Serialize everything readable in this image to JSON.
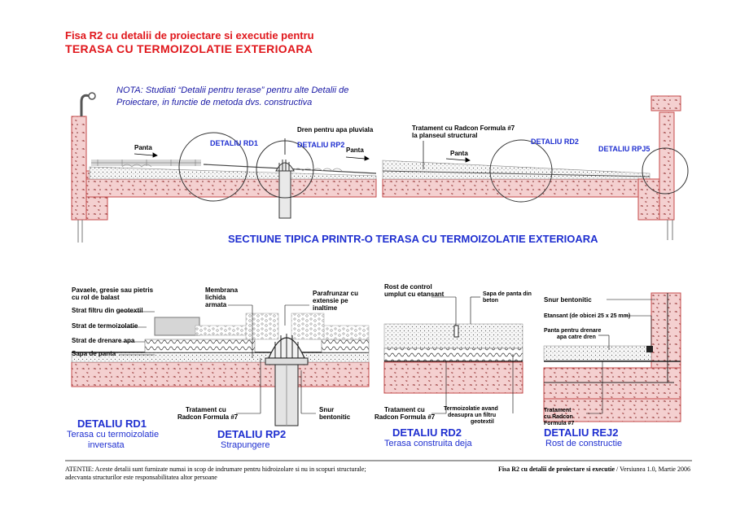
{
  "header": {
    "title_line1": "Fisa R2 cu detalii de proiectare si executie pentru",
    "title_line2": "TERASA CU TERMOIZOLATIE EXTERIOARA"
  },
  "nota": "NOTA: Studiati “Detalii pentru terase” pentru alte Detalii de Proiectare, in functie de metoda dvs. constructiva",
  "section": {
    "title": "SECTIUNE TIPICA PRINTR-O TERASA CU TERMOIZOLATIE EXTERIOARA",
    "callouts": {
      "rd1": "DETALIU RD1",
      "rp2": "DETALIU RP2",
      "rd2": "DETALIU RD2",
      "rpj5": "DETALIU RPJ5"
    },
    "labels": {
      "panta_left": "Panta",
      "panta_mid": "Panta",
      "panta_right": "Panta",
      "dren": "Dren pentru apa pluviala",
      "tratament_line1": "Tratament cu Radcon Formula #7",
      "tratament_line2": "la planseul structural"
    }
  },
  "details": {
    "rd1": {
      "labels": {
        "pavele_1": "Pavaele, gresie sau pietris",
        "pavele_2": "cu rol de balast",
        "filtru": "Strat filtru din geotextil",
        "termo": "Strat de termoizolatie",
        "drenare": "Strat de drenare apa",
        "sapa": "Sapa de panta",
        "membrana_1": "Membrana",
        "membrana_2": "lichida",
        "membrana_3": "armata",
        "tratament_1": "Tratament cu",
        "tratament_2": "Radcon Formula #7"
      },
      "title": "DETALIU RD1",
      "sub1": "Terasa cu termoizolatie",
      "sub2": "inversata"
    },
    "rp2": {
      "labels": {
        "parafrunzar_1": "Parafrunzar cu",
        "parafrunzar_2": "extensie pe",
        "parafrunzar_3": "inaltime",
        "snur_1": "Snur",
        "snur_2": "bentonitic"
      },
      "title": "DETALIU RP2",
      "sub1": "Strapungere"
    },
    "rd2": {
      "labels": {
        "rost_1": "Rost de control",
        "rost_2": "umplut cu etansant",
        "sapa_1": "Sapa de panta din",
        "sapa_2": "beton",
        "tratament_1": "Tratament cu",
        "tratament_2": "Radcon Formula #7",
        "termo_1": "Termoizolatie avand",
        "termo_2": "deasupra un filtru",
        "termo_3": "geotextil"
      },
      "title": "DETALIU RD2",
      "sub1": "Terasa construita deja"
    },
    "rej2": {
      "labels": {
        "snur": "Snur bentonitic",
        "etansant": "Etansant (de obicei 25 x 25 mm)",
        "panta_1": "Panta pentru drenare",
        "panta_2": "apa catre dren",
        "tratament_1": "Tratament",
        "tratament_2": "cu Radcon",
        "tratament_3": "Formula #7"
      },
      "title": "DETALIU REJ2",
      "sub1": "Rost de constructie"
    }
  },
  "footer": {
    "left_1": "ATENTIE: Aceste detalii sunt furnizate numai in scop de indrumare pentru hidroizolare si  nu in scopuri structurale;",
    "left_2": "adecvanta structurilor este responsabilitatea altor persoane",
    "right_bold": "Fisa R2 cu detalii de proiectare si executie",
    "right_rest": " / Versiunea 1.0,   Martie 2006"
  },
  "colors": {
    "title_red": "#e0161b",
    "blue": "#1f2fd0",
    "concrete_pink": "#f2c6c6",
    "concrete_line": "#c44a4a"
  }
}
